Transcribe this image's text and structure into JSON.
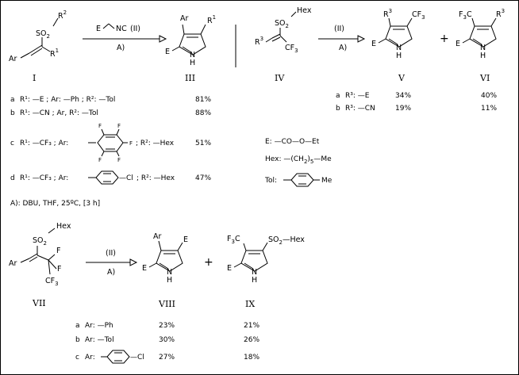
{
  "reagent": {
    "label": "(II)",
    "E": "E",
    "NC": "NC",
    "conditions_tag": "A)"
  },
  "compounds": {
    "I": "I",
    "III": "III",
    "IV": "IV",
    "V": "V",
    "VI": "VI",
    "VII": "VII",
    "VIII": "VIII",
    "IX": "IX"
  },
  "atoms": {
    "Ar": "Ar",
    "E": "E",
    "R1": "R",
    "R1_sup": "1",
    "R2": "R",
    "R2_sup": "2",
    "R3": "R",
    "R3_sup": "3",
    "SO2": "SO",
    "SO2_sub": "2",
    "N": "N",
    "H": "H",
    "Hex": "Hex",
    "CF3": "CF",
    "CF3_sub": "3",
    "F3C": "F",
    "F3C_sub": "3",
    "F3C_tail": "C",
    "F": "F",
    "SO2_Hex": "SO",
    "SO2_Hex_tail": "—Hex"
  },
  "table1": {
    "rows": [
      {
        "id": "a",
        "desc": "R¹: —E ; Ar: —Ph ; R²: —Tol",
        "yield": "81%"
      },
      {
        "id": "b",
        "desc": "R¹: —CN ; Ar, R²: —Tol",
        "yield": "88%"
      },
      {
        "id": "c",
        "desc_pre": "R¹: —CF₃ ; Ar:",
        "desc_post": "; R²: —Hex",
        "yield": "51%"
      },
      {
        "id": "d",
        "desc_pre": "R¹: —CF₃ ; Ar:",
        "desc_mid": "—Cl",
        "desc_post": "; R²: —Hex",
        "yield": "47%"
      }
    ]
  },
  "table2": {
    "rows": [
      {
        "id": "a",
        "desc": "R³: —E",
        "yield_V": "34%",
        "yield_VI": "40%"
      },
      {
        "id": "b",
        "desc": "R³: —CN",
        "yield_V": "19%",
        "yield_VI": "11%"
      }
    ]
  },
  "legend": {
    "E": "E: —CO—O—Et",
    "Hex_pre": "Hex: —(CH",
    "Hex_sub2": "2",
    "Hex_mid": ")",
    "Hex_sub5": "5",
    "Hex_post": "—Me",
    "Tol_pre": "Tol:",
    "Tol_post": "Me"
  },
  "conditions": "A): DBU, THF, 25ºC, [3 h]",
  "table3": {
    "rows": [
      {
        "id": "a",
        "desc": "Ar: —Ph",
        "yield_VIII": "23%",
        "yield_IX": "21%"
      },
      {
        "id": "b",
        "desc": "Ar: —Tol",
        "yield_VIII": "30%",
        "yield_IX": "26%"
      },
      {
        "id": "c",
        "desc_pre": "Ar:",
        "desc_post": "—Cl",
        "yield_VIII": "27%",
        "yield_IX": "18%"
      }
    ]
  },
  "plus": "+"
}
